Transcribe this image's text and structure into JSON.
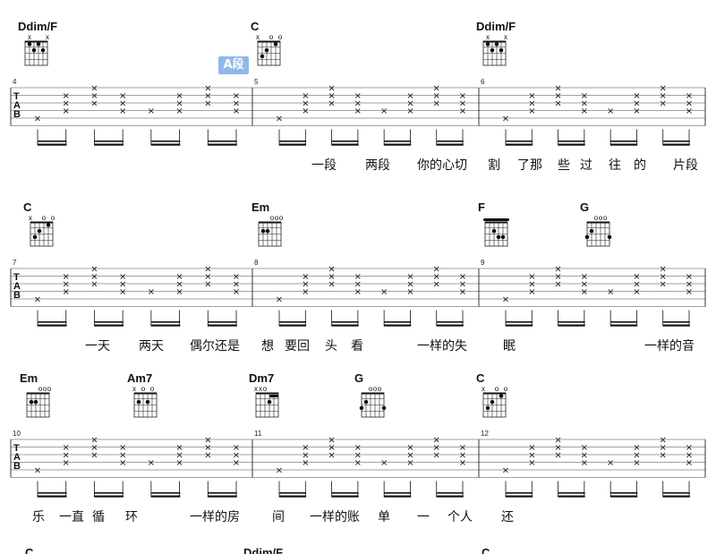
{
  "section_label": "A段",
  "tab_clef": [
    "T",
    "A",
    "B"
  ],
  "colors": {
    "accent": "#8fb9e6",
    "ink": "#111111",
    "staff": "#333333"
  },
  "systems": [
    {
      "chords": [
        {
          "name": "Ddim/F",
          "top": [
            "",
            "x",
            "",
            "",
            "",
            "x"
          ]
        },
        {
          "name": "C",
          "top": [
            "x",
            "",
            "",
            "o",
            "",
            "o"
          ]
        },
        {
          "name": "Ddim/F",
          "top": [
            "",
            "x",
            "",
            "",
            "",
            "x"
          ]
        }
      ],
      "measures": [
        "4",
        "5",
        "6"
      ],
      "lyrics": [
        "一段",
        "两段",
        "你的心切",
        "割",
        "了那",
        "些",
        "过",
        "往",
        "的",
        "片段"
      ]
    },
    {
      "chords": [
        {
          "name": "C",
          "top": [
            "x",
            "",
            "",
            "o",
            "",
            "o"
          ]
        },
        {
          "name": "Em",
          "top": [
            "",
            "",
            "",
            "o",
            "o",
            "o"
          ]
        },
        {
          "name": "F",
          "top": [
            "",
            "",
            "",
            "",
            "",
            ""
          ]
        },
        {
          "name": "G",
          "top": [
            "",
            "",
            "o",
            "o",
            "o",
            ""
          ]
        }
      ],
      "measures": [
        "7",
        "8",
        "9"
      ],
      "lyrics": [
        "一天",
        "两天",
        "偶尔还是",
        "想",
        "要回",
        "头",
        "看",
        "一样的失",
        "眠",
        "一样的音"
      ]
    },
    {
      "chords": [
        {
          "name": "Em",
          "top": [
            "",
            "",
            "",
            "o",
            "o",
            "o"
          ]
        },
        {
          "name": "Am7",
          "top": [
            "x",
            "",
            "o",
            "",
            "o",
            ""
          ]
        },
        {
          "name": "Dm7",
          "top": [
            "x",
            "x",
            "o",
            "",
            "",
            ""
          ]
        },
        {
          "name": "G",
          "top": [
            "",
            "",
            "o",
            "o",
            "o",
            ""
          ]
        },
        {
          "name": "C",
          "top": [
            "x",
            "",
            "",
            "o",
            "",
            "o"
          ]
        }
      ],
      "measures": [
        "10",
        "11",
        "12"
      ],
      "lyrics": [
        "乐",
        "一直",
        "循",
        "环",
        "一样的房",
        "间",
        "一样的账",
        "单",
        "一",
        "个人",
        "还"
      ]
    },
    {
      "chords": [
        {
          "name": "C",
          "top": []
        },
        {
          "name": "Ddim/F",
          "top": []
        },
        {
          "name": "C",
          "top": []
        }
      ],
      "measures": [],
      "lyrics": []
    }
  ]
}
